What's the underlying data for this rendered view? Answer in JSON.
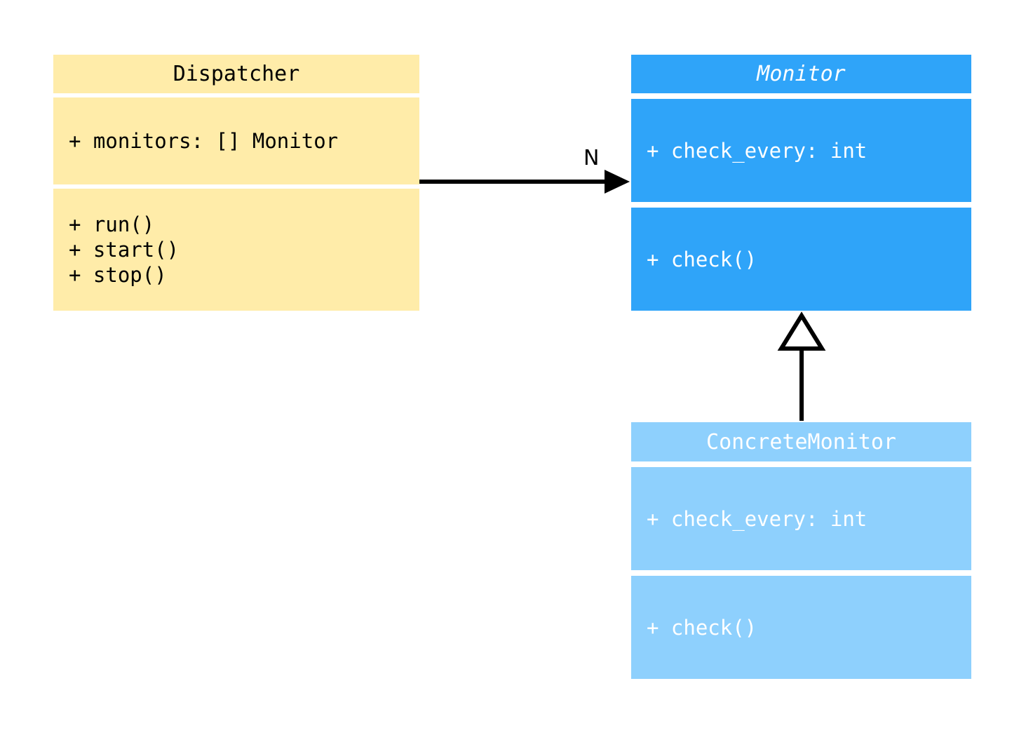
{
  "diagram": {
    "type": "uml-class-diagram",
    "background": "#ffffff",
    "classes": [
      {
        "id": "dispatcher",
        "name": "Dispatcher",
        "abstract": false,
        "fill": "#ffeca9",
        "text_color": "#000000",
        "attributes": [
          "+ monitors: [] Monitor"
        ],
        "methods": [
          "+ run()",
          "+ start()",
          "+ stop()"
        ]
      },
      {
        "id": "monitor",
        "name": "Monitor",
        "abstract": true,
        "fill": "#2fa4f9",
        "text_color": "#ffffff",
        "attributes": [
          "+ check_every: int"
        ],
        "methods": [
          "+ check()"
        ]
      },
      {
        "id": "concrete_monitor",
        "name": "ConcreteMonitor",
        "abstract": false,
        "fill": "#8ed0fd",
        "text_color": "#ffffff",
        "attributes": [
          "+ check_every: int"
        ],
        "methods": [
          "+ check()"
        ]
      }
    ],
    "relations": [
      {
        "id": "dispatcher-to-monitor",
        "kind": "association",
        "from": "Dispatcher",
        "to": "Monitor",
        "multiplicity_label": "N",
        "arrow": "filled-arrow",
        "color": "#000000"
      },
      {
        "id": "concrete-to-monitor",
        "kind": "generalization",
        "from": "ConcreteMonitor",
        "to": "Monitor",
        "multiplicity_label": "",
        "arrow": "hollow-triangle",
        "color": "#000000"
      }
    ]
  },
  "dispatcher": {
    "title": "Dispatcher",
    "attr_0": "+ monitors: [] Monitor",
    "method_0": "+ run()",
    "method_1": "+ start()",
    "method_2": "+ stop()"
  },
  "monitor": {
    "title": "Monitor",
    "attr_0": "+ check_every: int",
    "method_0": "+ check()"
  },
  "concrete_monitor": {
    "title": "ConcreteMonitor",
    "attr_0": "+ check_every: int",
    "method_0": "+ check()"
  },
  "edges": {
    "association_label": "N"
  }
}
